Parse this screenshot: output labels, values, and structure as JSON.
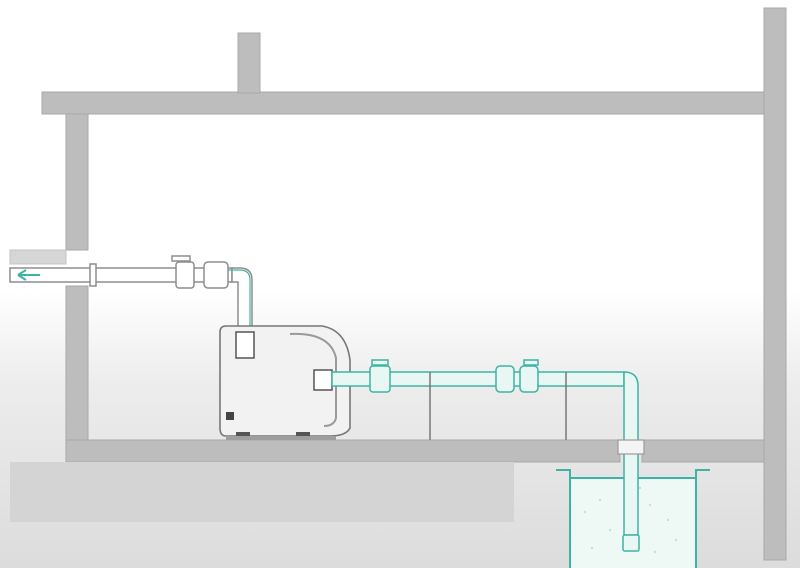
{
  "diagram": {
    "kind": "pump-installation-schematic",
    "components": [
      {
        "id": "building-walls",
        "label": ""
      },
      {
        "id": "discharge-pipe",
        "label": ""
      },
      {
        "id": "pump-unit",
        "label": ""
      },
      {
        "id": "suction-pipe",
        "label": ""
      },
      {
        "id": "sump-well",
        "label": ""
      }
    ],
    "flow_direction": "left",
    "colors": {
      "wall": "#bdbdbd",
      "wall_edge": "#a9a9a9",
      "ground": "#d3d3d3",
      "pipe_outline": "#8d8d8d",
      "pipe_fill": "#ffffff",
      "water_line": "#3fb3a3",
      "water_fill": "#e9f7f4",
      "pump_body": "#f2f2f2",
      "pump_outline": "#777777"
    }
  }
}
